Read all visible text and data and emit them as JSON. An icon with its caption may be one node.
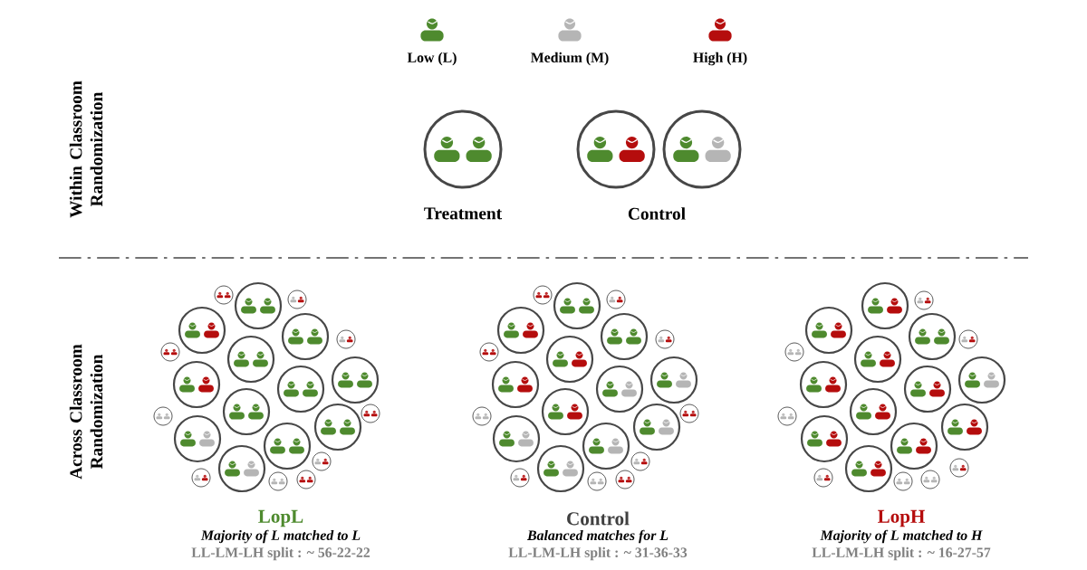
{
  "diagram": {
    "labels": [
      "Within Classroom Randomization",
      "Treatment",
      "Control",
      "Across Classroom Randomization",
      "LopL",
      "Majority of L matched to L",
      "LL-LM-LH split : ~ 56-22-22",
      "Control",
      "Balanced matches for L",
      "LL-LM-LH split : ~ 31-36-33",
      "LopH",
      "Majority of L matched to H",
      "LL-LM-LH split : ~ 16-27-57"
    ],
    "legend": [
      {
        "text": "Low (L)",
        "color": "#4e8a2e"
      },
      {
        "text": "Medium (M)",
        "color": "#b5b5b5"
      },
      {
        "text": "High (H)",
        "color": "#b50d0d"
      }
    ]
  }
}
